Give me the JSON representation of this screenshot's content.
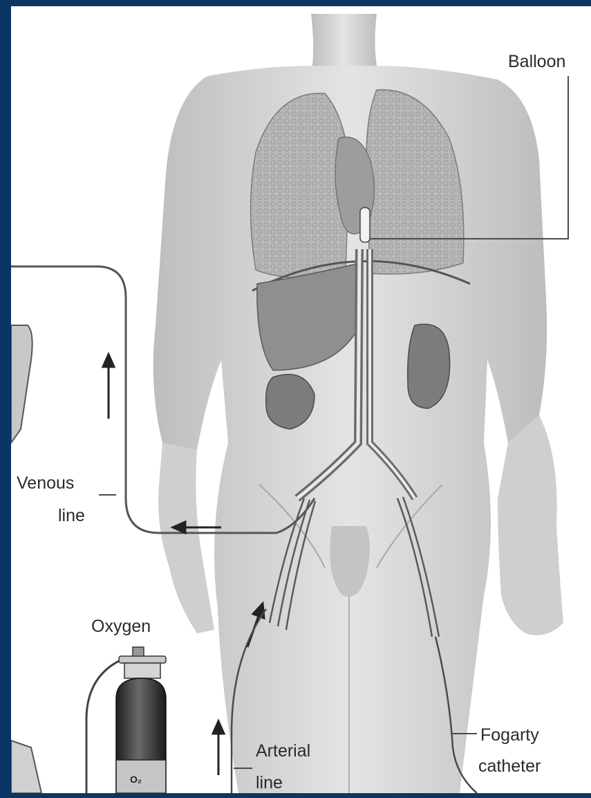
{
  "labels": {
    "balloon": "Balloon",
    "venous_line_1": "Venous",
    "venous_line_2": "line",
    "oxygen": "Oxygen",
    "arterial_line_1": "Arterial",
    "arterial_line_2": "line",
    "fogarty_1": "Fogarty",
    "fogarty_2": "catheter",
    "o2": "O₂"
  },
  "colors": {
    "frame": "#0a3566",
    "skin": "#d9d9d9",
    "lungs": "#b3b3b3",
    "liver": "#8f8f8f",
    "kidneys": "#7c7c7c",
    "tubing": "#4a4a4a"
  }
}
